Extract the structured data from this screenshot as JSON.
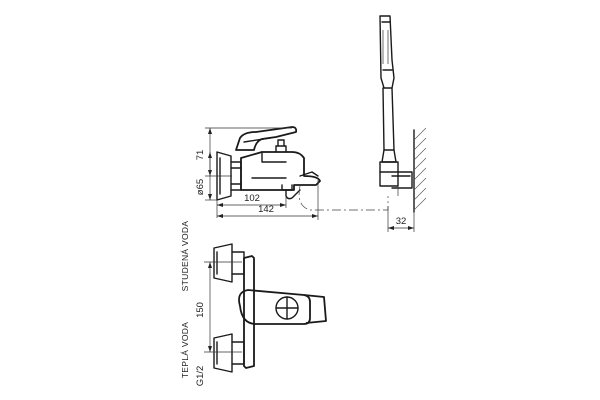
{
  "dimensions": {
    "height_71": "71",
    "diameter_65": "ø65",
    "width_102": "102",
    "width_142": "142",
    "wall_32": "32",
    "spacing_150": "150",
    "thread": "G1/2"
  },
  "labels": {
    "cold_water": "STUDENÁ VODA",
    "hot_water": "TEPLÁ VODA"
  }
}
